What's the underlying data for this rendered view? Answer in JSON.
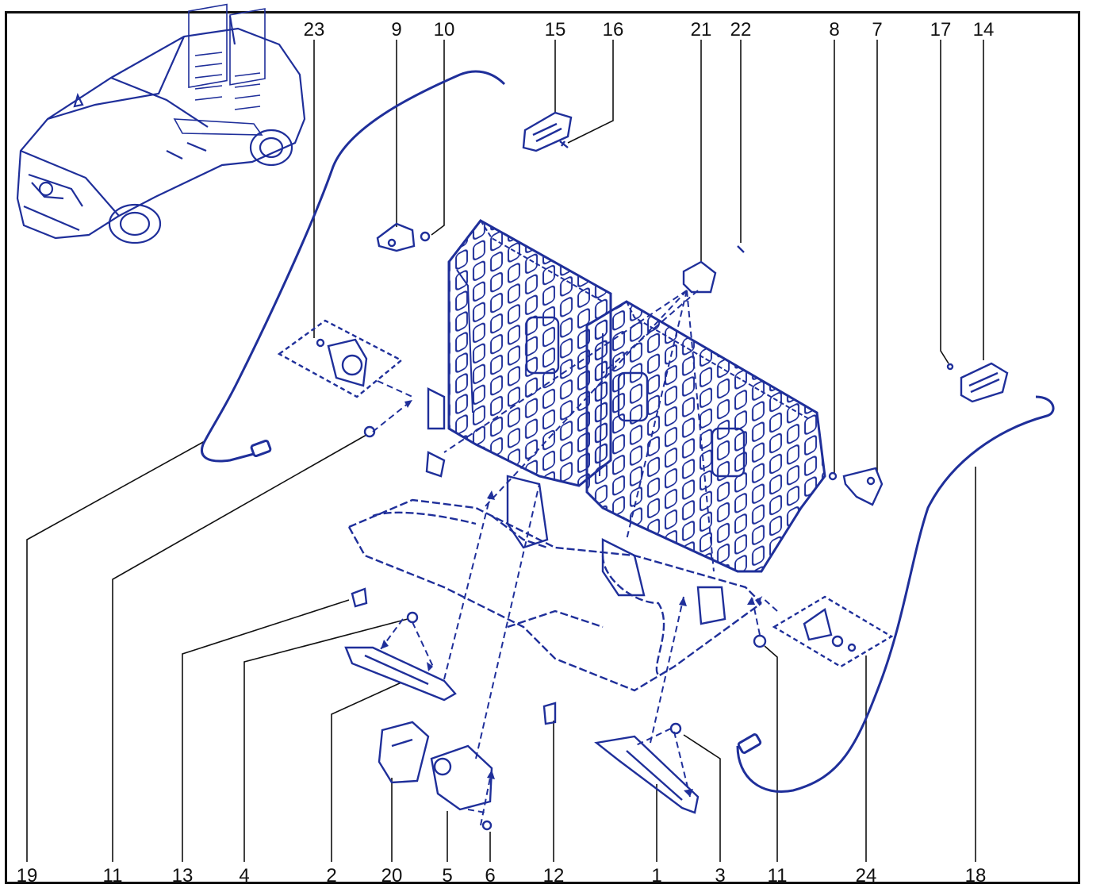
{
  "colors": {
    "part": "#1f2f9a",
    "leader": "#111111",
    "frame": "#111111"
  },
  "labels": {
    "top": [
      "23",
      "9",
      "10",
      "15",
      "16",
      "21",
      "22",
      "8",
      "7",
      "17",
      "14"
    ],
    "bottom": [
      "19",
      "11",
      "13",
      "4",
      "2",
      "20",
      "5",
      "6",
      "12",
      "1",
      "3",
      "11",
      "24",
      "18"
    ]
  },
  "parts": {
    "vehicle": "vehicle-overview",
    "seat_back": "rear-seat-back-frame",
    "seat_base": "rear-seat-base-frame"
  }
}
